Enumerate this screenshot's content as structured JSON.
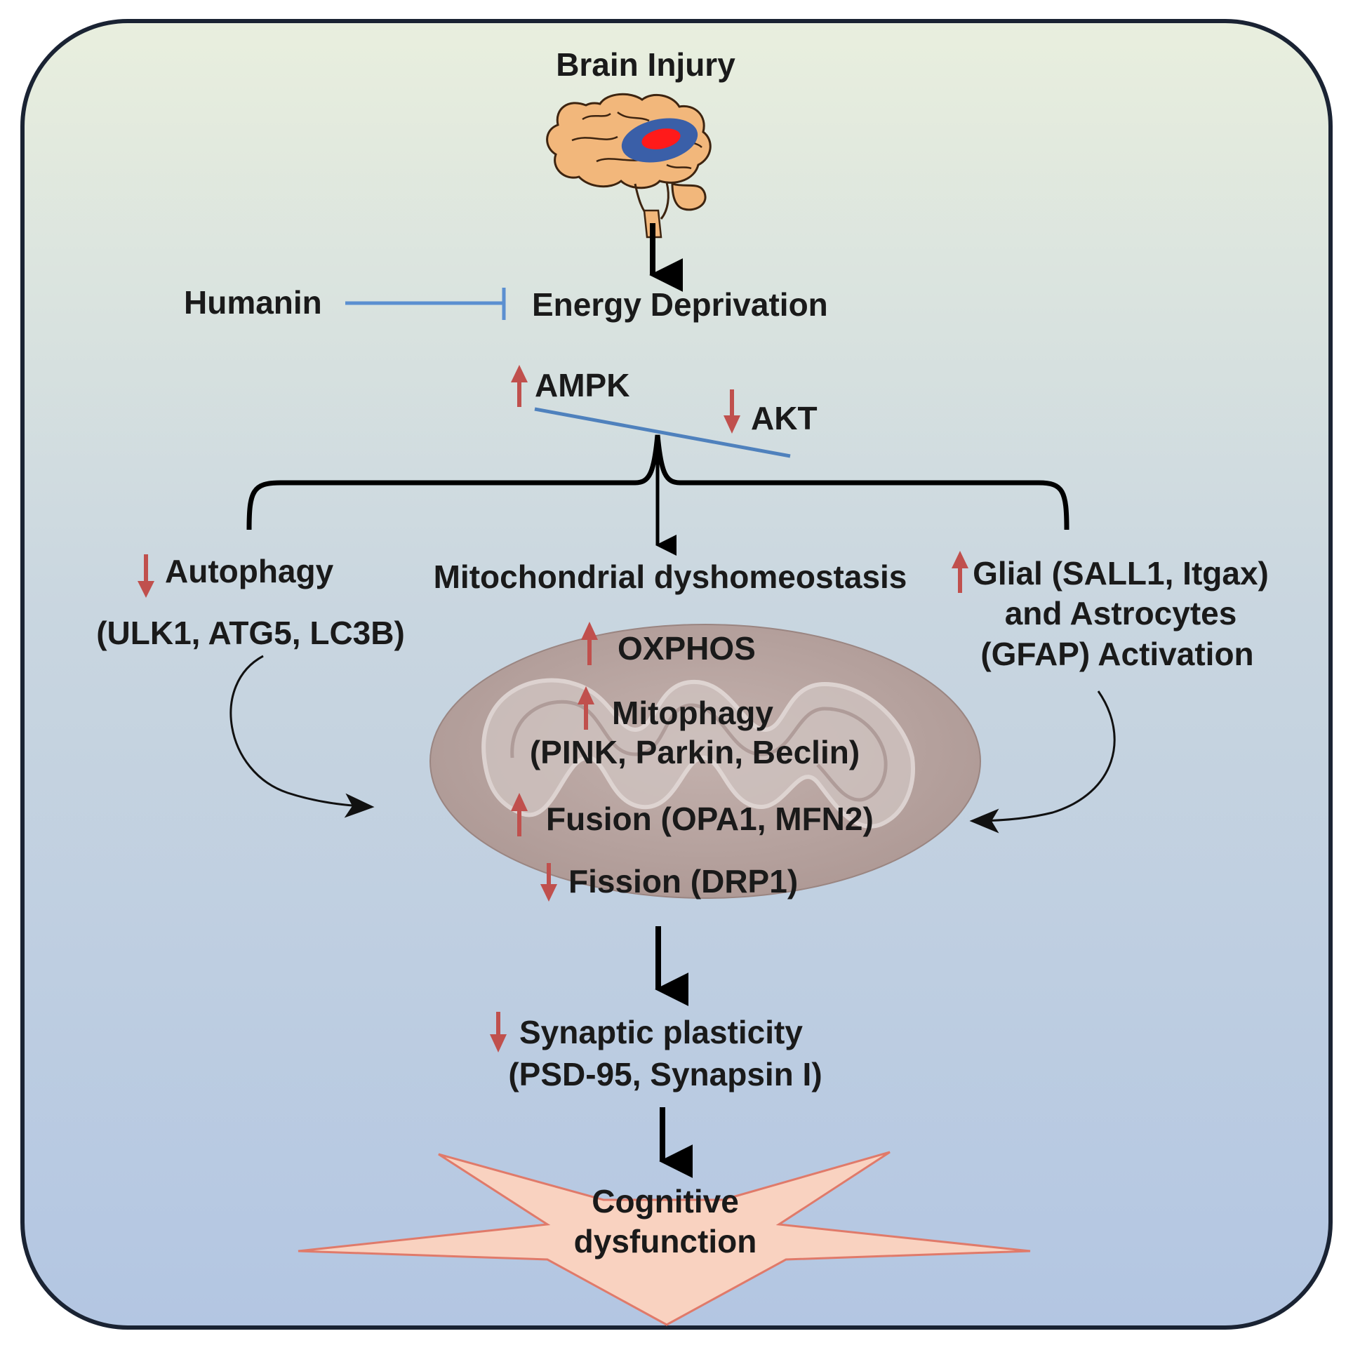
{
  "labels": {
    "brain_injury": "Brain Injury",
    "humanin": "Humanin",
    "energy_deprivation": "Energy Deprivation",
    "ampk": "AMPK",
    "akt": "AKT",
    "autophagy": "Autophagy",
    "autophagy_markers": "(ULK1, ATG5, LC3B)",
    "mito_dyshomeostasis": "Mitochondrial dyshomeostasis",
    "glial_line1": "Glial (SALL1, Itgax)",
    "glial_line2": "and Astrocytes",
    "glial_line3": "(GFAP) Activation",
    "oxphos": "OXPHOS",
    "mitophagy": "Mitophagy",
    "mitophagy_markers": "(PINK, Parkin, Beclin)",
    "fusion": "Fusion (OPA1, MFN2)",
    "fission": "Fission (DRP1)",
    "synaptic": "Synaptic plasticity",
    "synaptic_markers": "(PSD-95, Synapsin I)",
    "cognitive_line1": "Cognitive",
    "cognitive_line2": "dysfunction"
  },
  "colors": {
    "up_down_arrow": "#c0504d",
    "inhibit_line": "#5b8fd0",
    "seesaw_line": "#4f81bd",
    "mitochondrion_fill": "#b8a39f",
    "star_fill": "#f9d2c0",
    "star_stroke": "#e07a6a",
    "brain_fill": "#f2b77b",
    "lesion_core": "#ff1a1a",
    "lesion_rim": "#3a5fa8"
  },
  "icons": {
    "brain": "brain-icon",
    "up": "up-arrow-icon",
    "down": "down-arrow-icon"
  }
}
